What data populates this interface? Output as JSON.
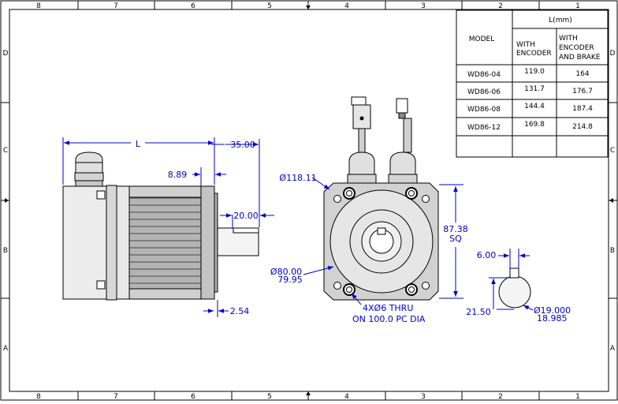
{
  "colors": {
    "line": "#000000",
    "dimension": "#0000c8",
    "paper": "#ffffff",
    "motor": "#a0a0a0"
  },
  "border": {
    "columns": [
      "8",
      "7",
      "6",
      "5",
      "4",
      "3",
      "2",
      "1"
    ],
    "rows": [
      "D",
      "C",
      "B",
      "A"
    ]
  },
  "table": {
    "header_model": "MODEL",
    "header_l": "L(mm)",
    "header_col1": [
      "WITH",
      "ENCODER"
    ],
    "header_col2": [
      "WITH",
      "ENCODER",
      "AND BRAKE"
    ],
    "rows": [
      {
        "model": "WD86-04",
        "enc": "119.0",
        "brake": "164"
      },
      {
        "model": "WD86-06",
        "enc": "131.7",
        "brake": "176.7"
      },
      {
        "model": "WD86-08",
        "enc": "144.4",
        "brake": "187.4"
      },
      {
        "model": "WD86-12",
        "enc": "169.8",
        "brake": "214.8"
      }
    ]
  },
  "dims": {
    "length": "L",
    "d1": "35.00",
    "d2": "8.89",
    "d3": "20.00",
    "d4": "2.54",
    "bolt_circle": "Ø118.11",
    "pilot_top": "Ø80.00",
    "pilot_bot": "79.95",
    "square_value": "87.38",
    "square_unit": "SQ",
    "holes_line1": "4XØ6 THRU",
    "holes_line2": "ON 100.0 PC DIA",
    "key_width": "6.00",
    "key_depth": "21.50",
    "shaft_top": "Ø19.000",
    "shaft_bot": "18.985"
  }
}
